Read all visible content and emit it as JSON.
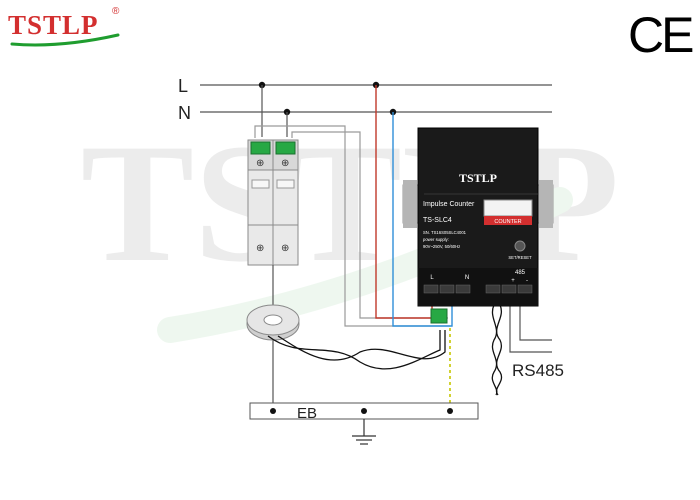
{
  "logo": {
    "text": "TSTLP",
    "mark": "®"
  },
  "certification": {
    "text": "CE"
  },
  "watermark": {
    "text": "TSTLP"
  },
  "lines": {
    "live": "L",
    "neutral": "N"
  },
  "device": {
    "brand": "TSTLP",
    "title": "Impulse Counter",
    "model": "TS-SLC4",
    "serial": "SN. TS16S05SLC4001",
    "supply_label": "power supply:",
    "supply_value": "90V~250V, 50/60Hz",
    "display_label": "COUNTER",
    "button_label": "SET/RESET",
    "terminal_l": "L",
    "terminal_n": "N",
    "port_label": "485",
    "port_plus": "+",
    "port_minus": "-"
  },
  "labels": {
    "rs485": "RS485",
    "earth_bar": "EB"
  },
  "colors": {
    "wire": "#555555",
    "wire_gray": "#9a9a9a",
    "wire_red": "#c0392b",
    "wire_blue": "#2f8fd8",
    "pe_wire": "#c6c600",
    "device_body": "#1a1a1a",
    "terminal_green": "#27a844",
    "logo_red": "#d32f2f",
    "logo_green": "#1f9d2f"
  }
}
